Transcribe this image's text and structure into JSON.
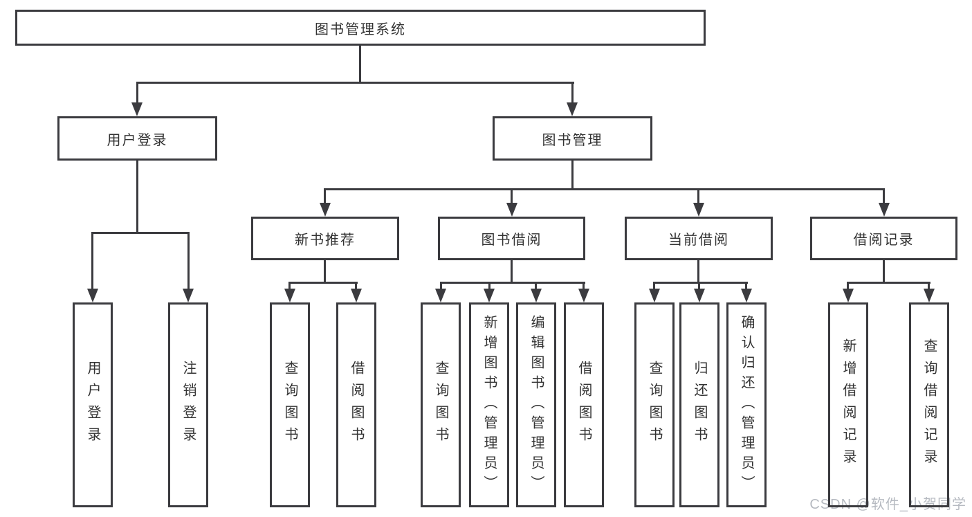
{
  "root": {
    "label": "图书管理系统"
  },
  "level2": [
    {
      "label": "用户登录"
    },
    {
      "label": "图书管理"
    }
  ],
  "level3": [
    {
      "label": "新书推荐"
    },
    {
      "label": "图书借阅"
    },
    {
      "label": "当前借阅"
    },
    {
      "label": "借阅记录"
    }
  ],
  "leaves": {
    "user_login": [
      "用户登录",
      "注销登录"
    ],
    "new_books": [
      "查询图书",
      "借阅图书"
    ],
    "book_borrow": [
      "查询图书",
      "新增图书（管理员）",
      "编辑图书（管理员）",
      "借阅图书"
    ],
    "current_borrow": [
      "查询图书",
      "归还图书",
      "确认归还（管理员）"
    ],
    "borrow_records": [
      "新增借阅记录",
      "查询借阅记录"
    ]
  },
  "watermark": {
    "text": "CSDN @软件_小贺同学",
    "color": "#b6bac1"
  },
  "colors": {
    "line": "#3b3b3f",
    "text": "#333333",
    "background": "#ffffff"
  }
}
